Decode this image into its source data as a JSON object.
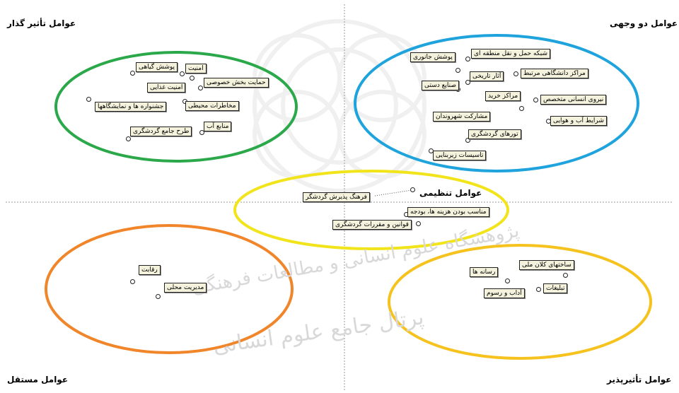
{
  "quadrants": {
    "top_left": "عوامل تأثیر گذار",
    "top_right": "عوامل دو وجهی",
    "bottom_left": "عوامل مستقل",
    "bottom_right": "عوامل تأثیرپذیر"
  },
  "center_title": "عوامل تنظیمی",
  "watermark": {
    "line1": "پژوهشگاه علوم انسانی و مطالعات فرهنگی",
    "line2": "پرتال جامع علوم انسانی"
  },
  "colors": {
    "green": "#2aa84a",
    "blue": "#1ea3dd",
    "yellow": "#f2e41b",
    "orange": "#f0852a",
    "amber": "#f6c21e"
  },
  "groups": {
    "influential": [
      "امنیت",
      "پوشش گیاهی",
      "امنیت غذایی",
      "حمایت بخش خصوصی",
      "جشنواره ها و نمایشگاهها",
      "مخاطرات محیطی",
      "منابع آب",
      "طرح جامع گردشگری"
    ],
    "dual": [
      "شبکه حمل و نقل منطقه ای",
      "پوشش جانوری",
      "مراکز دانشگاهی مرتبط",
      "آثار تاریخی",
      "صنایع دستی",
      "مراکز خرید",
      "نیروی انسانی متخصص",
      "مشارکت شهروندان",
      "شرایط آب و هوایی",
      "تورهای گردشگری",
      "تاسیسات زیربنایی"
    ],
    "regulatory": [
      "فرهنگ پذیرش گردشگر",
      "مناسب بودن هزینه ها، بودجه",
      "قوانین و مقررات گردشگری"
    ],
    "independent": [
      "رقابت",
      "مدیریت محلی"
    ],
    "dependent": [
      "ساختهای کلان ملی",
      "رسانه ها",
      "تبلیغات",
      "آداب و رسوم"
    ]
  }
}
